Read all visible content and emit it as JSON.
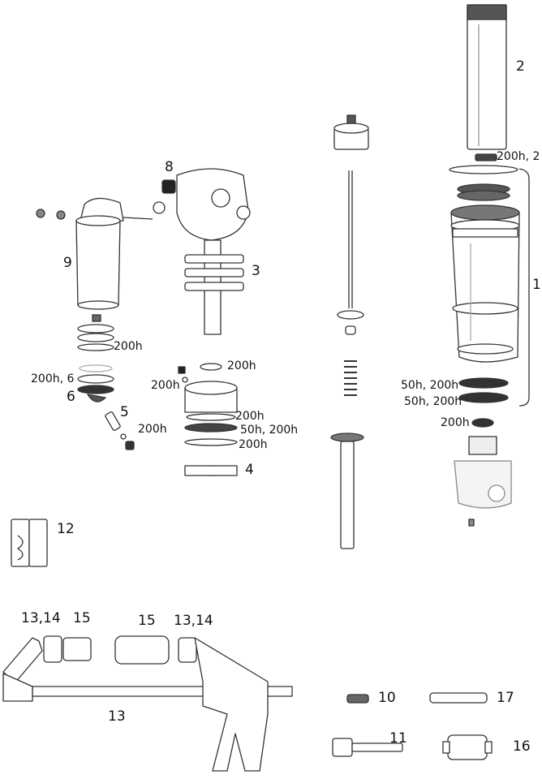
{
  "labels": {
    "n1": "1",
    "n2": "2",
    "n3": "3",
    "n4": "4",
    "n5": "5",
    "n6": "6",
    "n8": "8",
    "n9": "9",
    "n10": "10",
    "n11": "11",
    "n12": "12",
    "n13": "13",
    "n13_14_left": "13,14",
    "n13_14_right": "13,14",
    "n15_left": "15",
    "n15_mid": "15",
    "n16": "16",
    "n17": "17",
    "lube_200h_2": "200h, 2",
    "lube_200h_9": "200h",
    "lube_200h_6": "200h, 6",
    "lube_200h_top4": "200h",
    "lube_200h_valve": "200h",
    "lube_200h_ring1": "200h",
    "lube_50h_200h_ring2": "50h, 200h",
    "lube_200h_ring3": "200h",
    "lube_200h_5": "200h",
    "lube_50h_200h_a": "50h, 200h",
    "lube_50h_200h_b": "50h, 200h",
    "lube_200h_seal": "200h"
  }
}
